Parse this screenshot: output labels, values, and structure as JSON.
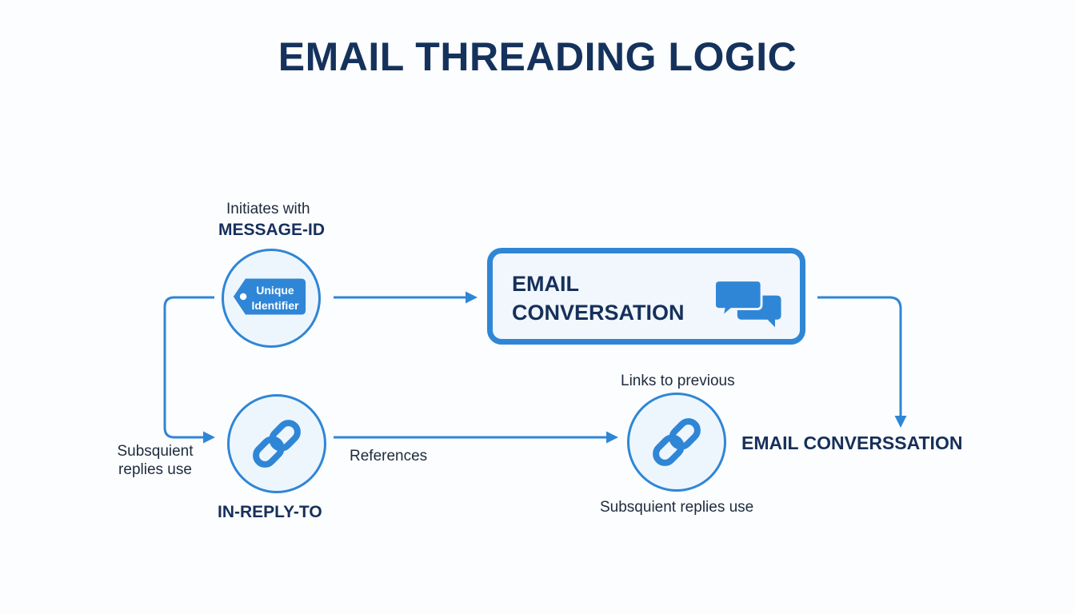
{
  "title": "EMAIL THREADING LOGIC",
  "message_id": {
    "caption": "Initiates with",
    "label": "MESSAGE-ID",
    "tag_line1": "Unique",
    "tag_line2": "Identifier",
    "icon": "tag-icon"
  },
  "conversation_box": {
    "line1": "EMAIL",
    "line2": "CONVERSATION",
    "icon": "chat-bubbles-icon"
  },
  "in_reply_to": {
    "caption_line1": "Subsquient",
    "caption_line2": "replies use",
    "label": "IN-REPLY-TO",
    "icon": "chain-link-icon"
  },
  "references": {
    "edge_label": "References"
  },
  "links_node": {
    "caption_top": "Links to previous",
    "caption_bottom": "Subsquient replies use",
    "icon": "chain-link-icon"
  },
  "end_label": "EMAIL CONVERSSATION",
  "colors": {
    "accent": "#2f86d6",
    "title": "#15325c",
    "node_fill": "#eef6fd",
    "text": "#1d2b3e"
  }
}
